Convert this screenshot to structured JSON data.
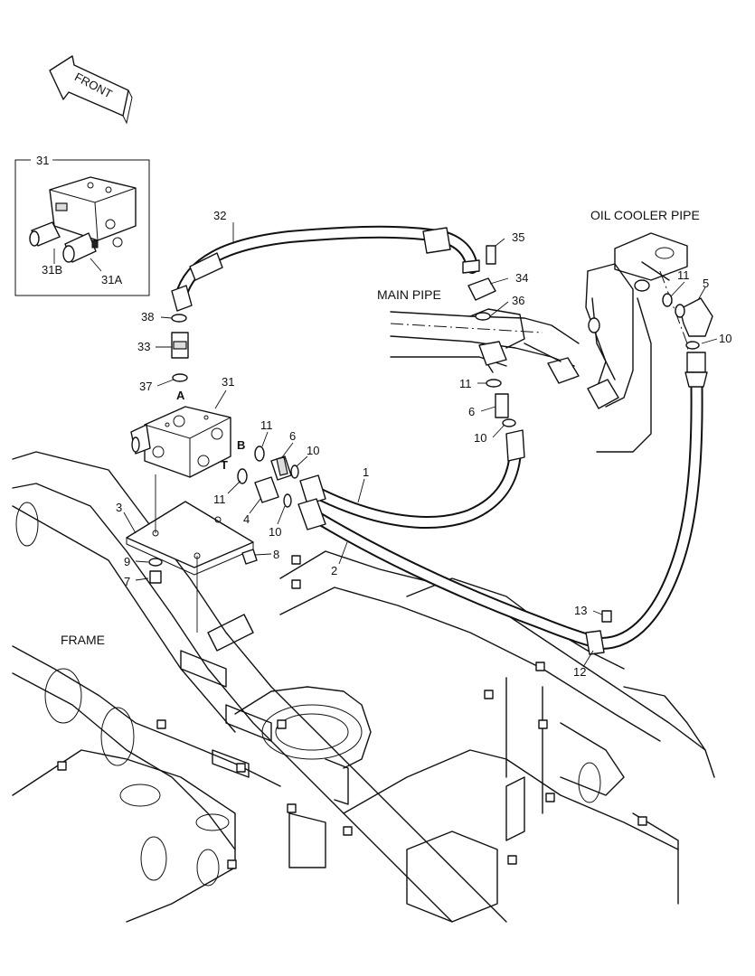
{
  "arrow_label": "FRONT",
  "section_labels": {
    "oil_cooler_pipe": "OIL COOLER PIPE",
    "main_pipe": "MAIN PIPE",
    "frame": "FRAME"
  },
  "inset": {
    "title": "31",
    "callouts": [
      "31B",
      "31A"
    ]
  },
  "port_labels": {
    "a": "A",
    "b": "B",
    "t": "T"
  },
  "callouts": {
    "c32": "32",
    "c35": "35",
    "c34": "34",
    "c36": "36",
    "c38": "38",
    "c33": "33",
    "c37": "37",
    "c31": "31",
    "c11a": "11",
    "c6a": "6",
    "c10a": "10",
    "c1": "1",
    "c11b": "11",
    "c4": "4",
    "c10b": "10",
    "c2": "2",
    "c3": "3",
    "c9": "9",
    "c7": "7",
    "c8": "8",
    "c11c": "11",
    "c6b": "6",
    "c10c": "10",
    "c11d": "11",
    "c5": "5",
    "c10d": "10",
    "c13": "13",
    "c12": "12"
  }
}
